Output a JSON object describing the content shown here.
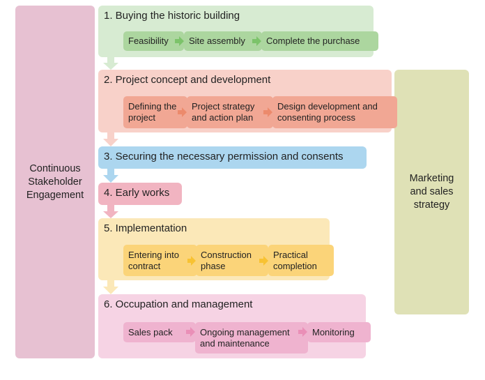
{
  "left_panel": {
    "label": "Continuous Stakeholder Engagement"
  },
  "right_panel": {
    "label": "Marketing and sales strategy"
  },
  "stages": [
    {
      "title": "1.  Buying the historic building",
      "steps": [
        "Feasibility",
        "Site assembly",
        "Complete the purchase"
      ]
    },
    {
      "title": "2.  Project concept and development",
      "steps": [
        "Defining the project",
        "Project strategy and action plan",
        "Design development and consenting process"
      ]
    },
    {
      "title": "3.  Securing the necessary permission and consents"
    },
    {
      "title": "4.  Early works"
    },
    {
      "title": "5.  Implementation",
      "steps": [
        "Entering into contract",
        "Construction phase",
        "Practical completion"
      ]
    },
    {
      "title": "6.  Occupation and management",
      "steps": [
        "Sales pack",
        "Ongoing management and maintenance",
        "Monitoring"
      ]
    }
  ],
  "colors": {
    "left": "#e7c1d2",
    "right": "#dfe1b6",
    "s1": "#d7ebd2",
    "s1b": "#acd69f",
    "s1a": "#7cc36a",
    "s2": "#f8d1c9",
    "s2b": "#f1a794",
    "s2a": "#ec8a6c",
    "s3": "#acd6ef",
    "s4": "#f1b4c1",
    "s5": "#fbe8b8",
    "s5b": "#fbd479",
    "s5a": "#f8c232",
    "s6": "#f6d3e4",
    "s6b": "#efb3cf",
    "s6a": "#ea8fb7"
  }
}
